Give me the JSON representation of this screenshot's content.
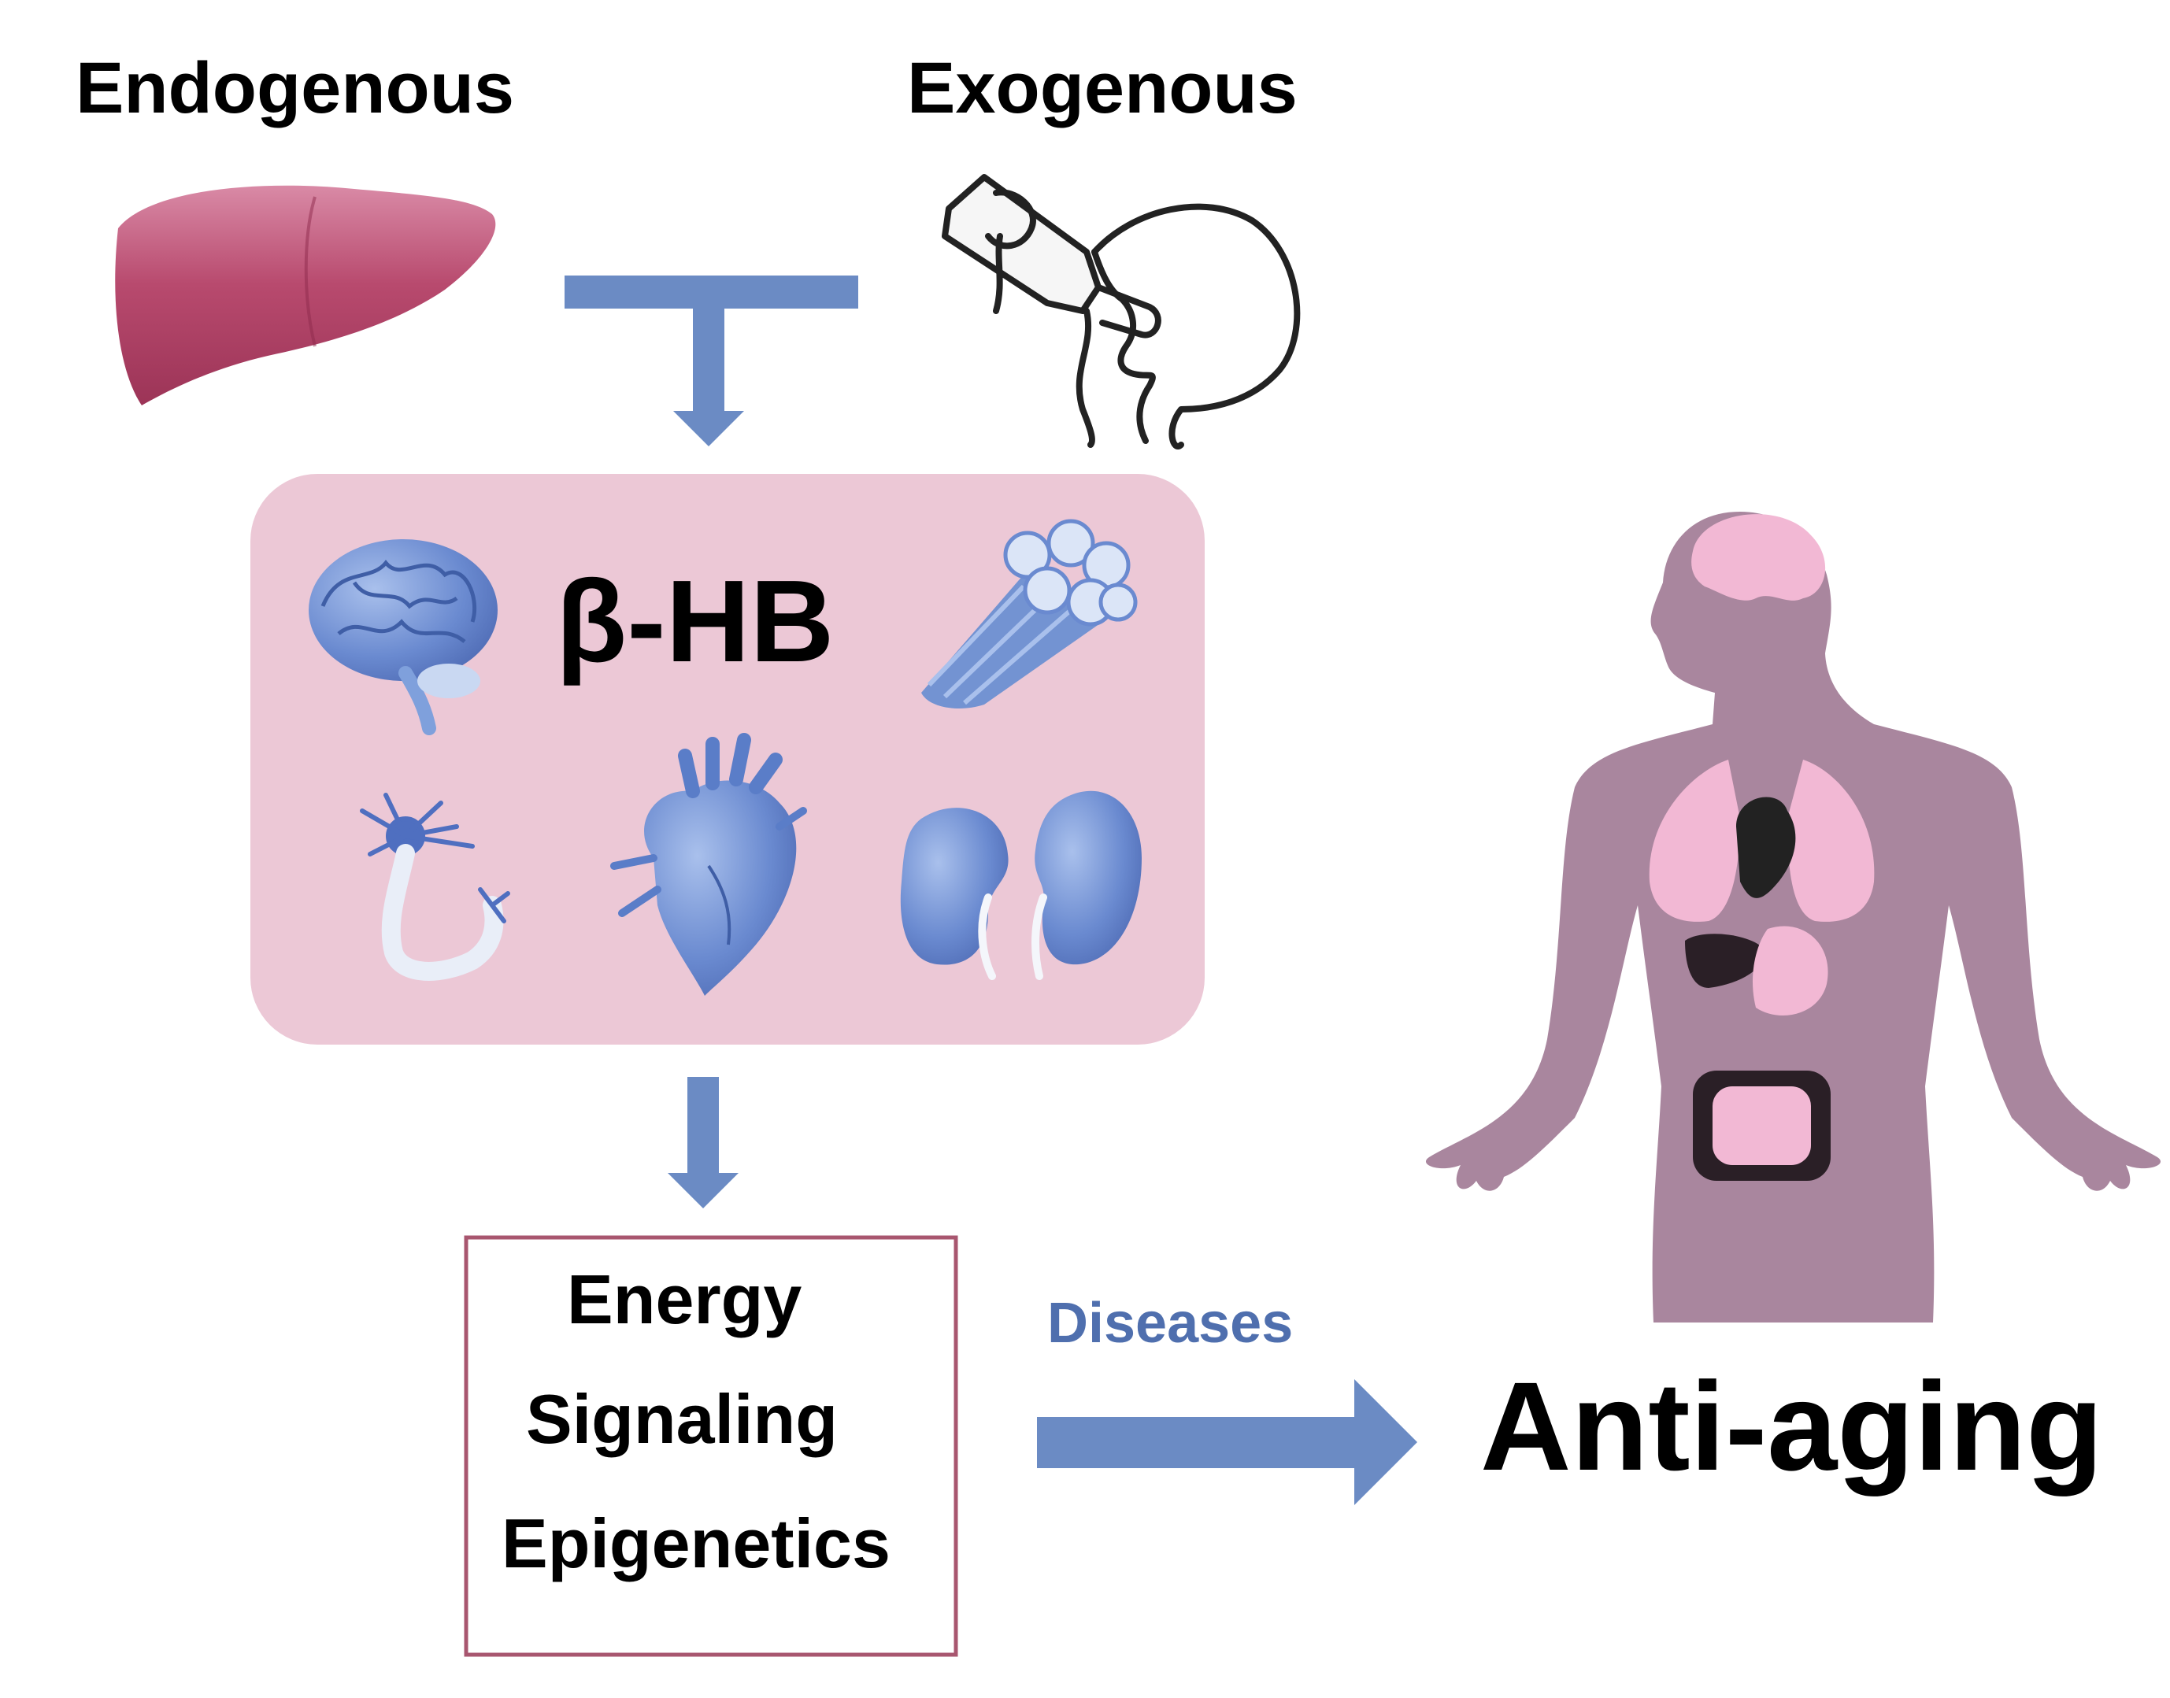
{
  "sources": {
    "endogenous": "Endogenous",
    "exogenous": "Exogenous"
  },
  "central": {
    "label": "β-HB",
    "icons": [
      "brain-icon",
      "muscle-fiber-icon",
      "neuron-icon",
      "heart-icon",
      "kidneys-icon"
    ]
  },
  "outcomes": {
    "items": [
      "Energy",
      "Signaling",
      "Epigenetics"
    ]
  },
  "arrow_label": "Diseases",
  "result": "Anti-aging",
  "colors": {
    "arrow": "#6b8bc4",
    "box_fill": "#ecc8d6",
    "box_border": "#a8566f",
    "liver": "#b84a6e",
    "organ_blue": "#5a7dc8",
    "body": "#a9869e",
    "organ_pink": "#f2b8d4",
    "label_blue": "#4f6fae"
  }
}
